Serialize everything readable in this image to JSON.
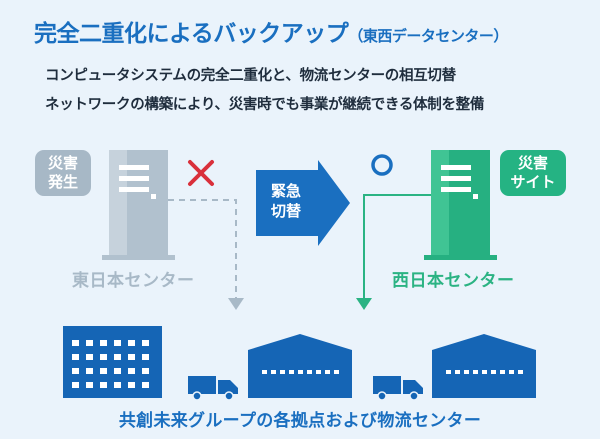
{
  "header": {
    "title": "完全二重化によるバックアップ",
    "subtitle": "（東西データセンター）",
    "description_line1": "コンピュータシステムの完全二重化と、物流センターの相互切替",
    "description_line2": "ネットワークの構築により、災害時でも事業が継続できる体制を整備"
  },
  "east": {
    "badge_line1": "災害",
    "badge_line2": "発生",
    "label": "東日本センター",
    "status_mark": "✕"
  },
  "switch": {
    "line1": "緊急",
    "line2": "切替"
  },
  "west": {
    "badge_line1": "災害",
    "badge_line2": "サイト",
    "label": "西日本センター",
    "status_mark": "○"
  },
  "footer": {
    "label": "共創未来グループの各拠点および物流センター"
  },
  "colors": {
    "background": "#eaf3fb",
    "brand_blue": "#1a6fc0",
    "facility_blue": "#1565b5",
    "east_gray": "#a7b8c6",
    "west_green": "#25b383",
    "error_red": "#d9303b"
  }
}
